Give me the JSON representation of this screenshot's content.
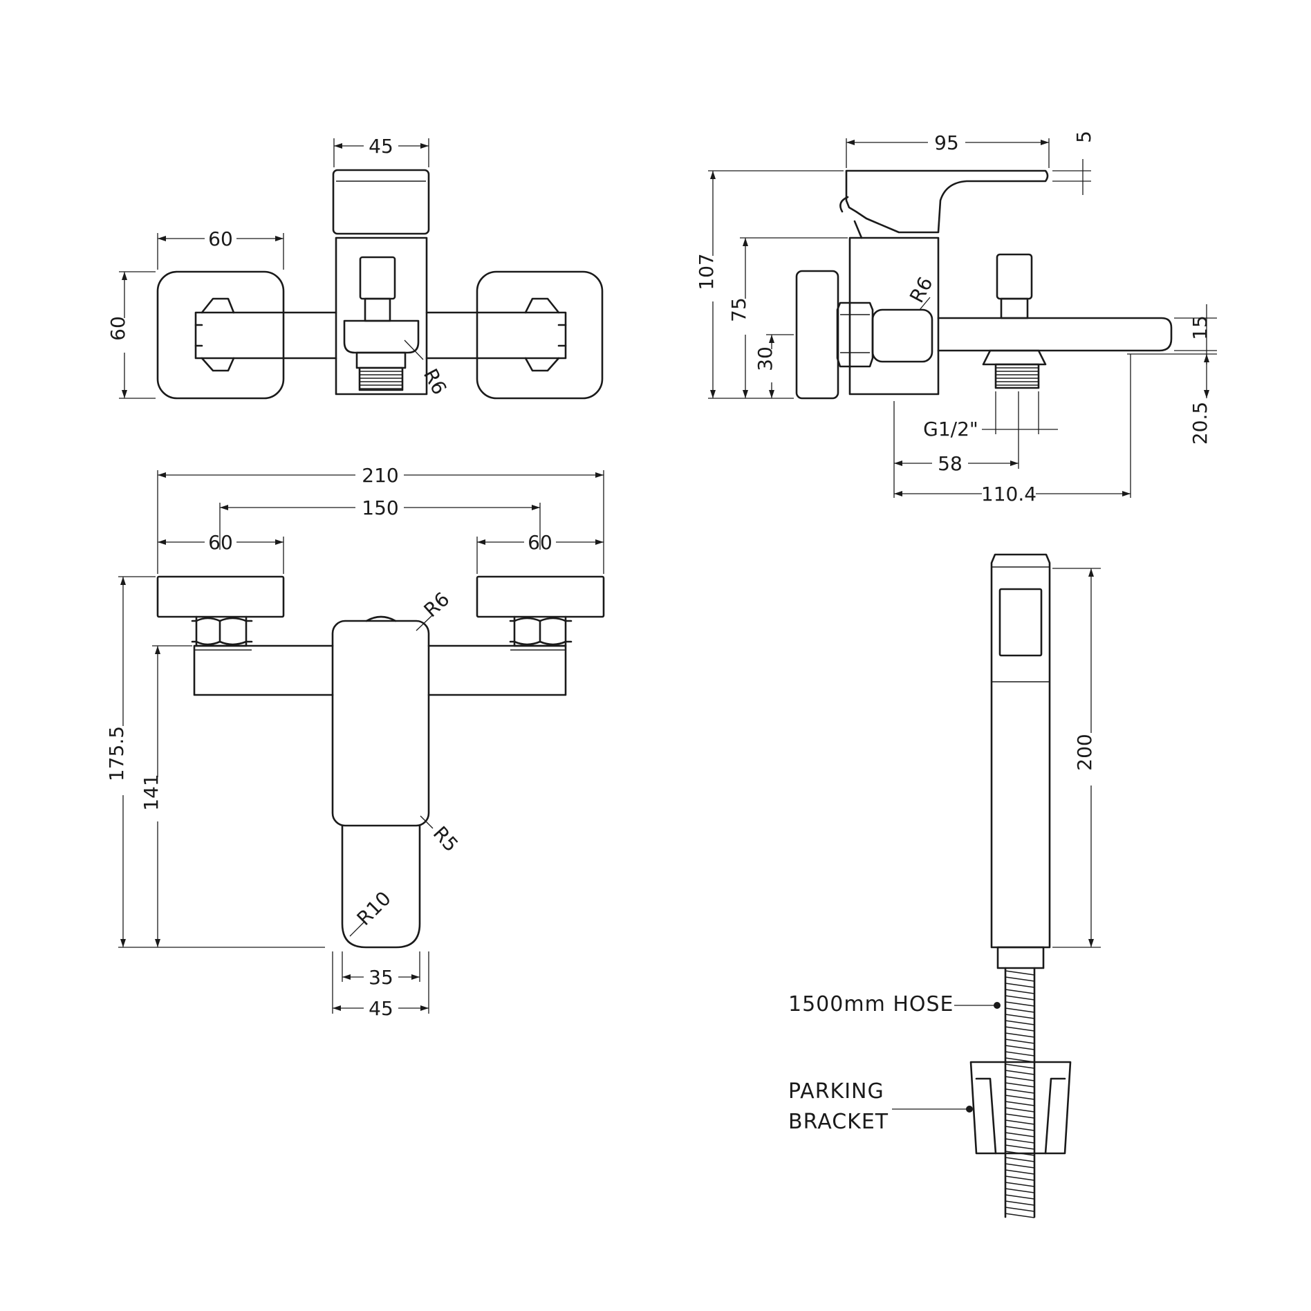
{
  "front_top_view": {
    "spout_width": "45",
    "plate_width": "60",
    "plate_height": "60",
    "outlet_radius": "R6"
  },
  "side_view": {
    "lever_length": "95",
    "lever_thickness": "5",
    "overall_height": "107",
    "body_height": "75",
    "backplate_height": "30",
    "spout_thickness": "15",
    "outlet_offset": "20.5",
    "thread_size": "G1/2\"",
    "outlet_distance": "58",
    "projection": "110.4",
    "body_radius": "R6"
  },
  "front_view": {
    "overall_width": "210",
    "centres": "150",
    "left_plate_width": "60",
    "right_plate_width": "60",
    "overall_height": "175.5",
    "body_height": "141",
    "body_radius": "R6",
    "lower_radius": "R5",
    "lever_radius": "R10",
    "lever_width": "35",
    "body_width": "45"
  },
  "handset_view": {
    "length": "200",
    "hose_label": "1500mm HOSE",
    "bracket_label_line1": "PARKING",
    "bracket_label_line2": "BRACKET"
  }
}
